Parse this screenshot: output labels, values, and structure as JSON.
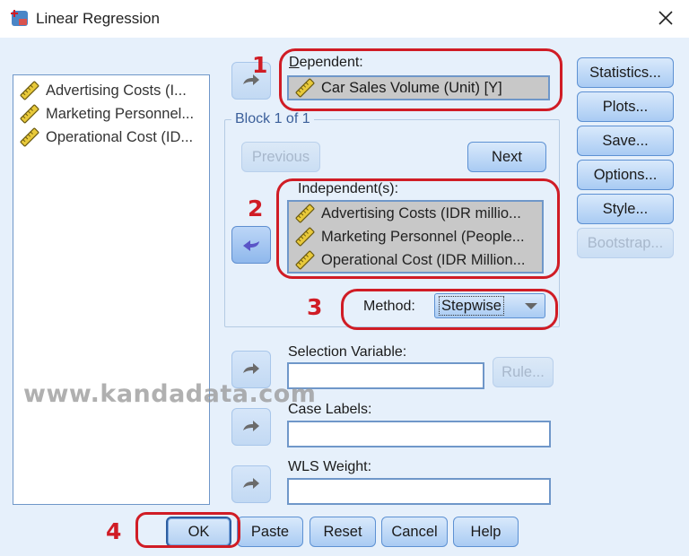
{
  "window": {
    "title": "Linear Regression",
    "icon": "spss-dialog-icon",
    "close_icon": "close-icon"
  },
  "source_variables": [
    {
      "label": "Advertising Costs (I...",
      "icon": "scale-ruler-icon"
    },
    {
      "label": "Marketing Personnel...",
      "icon": "scale-ruler-icon"
    },
    {
      "label": "Operational Cost (ID...",
      "icon": "scale-ruler-icon"
    }
  ],
  "dependent": {
    "label": "Dependent:",
    "value": "Car Sales Volume (Unit) [Y]",
    "icon": "scale-ruler-icon"
  },
  "block": {
    "legend": "Block 1 of 1",
    "previous_label": "Previous",
    "next_label": "Next"
  },
  "independents": {
    "label": "Independent(s):",
    "items": [
      {
        "label": "Advertising Costs (IDR millio...",
        "icon": "scale-ruler-icon"
      },
      {
        "label": "Marketing Personnel (People...",
        "icon": "scale-ruler-icon"
      },
      {
        "label": "Operational Cost (IDR Million...",
        "icon": "scale-ruler-icon"
      }
    ]
  },
  "method": {
    "label": "Method:",
    "selected": "Stepwise"
  },
  "selection_variable": {
    "label": "Selection Variable:",
    "value": "",
    "rule_label": "Rule..."
  },
  "case_labels": {
    "label": "Case Labels:",
    "value": ""
  },
  "wls_weight": {
    "label": "WLS Weight:",
    "value": ""
  },
  "side_buttons": [
    {
      "label": "Statistics...",
      "enabled": true
    },
    {
      "label": "Plots...",
      "enabled": true
    },
    {
      "label": "Save...",
      "enabled": true
    },
    {
      "label": "Options...",
      "enabled": true
    },
    {
      "label": "Style...",
      "enabled": true
    },
    {
      "label": "Bootstrap...",
      "enabled": false
    }
  ],
  "bottom_buttons": {
    "ok": "OK",
    "paste": "Paste",
    "reset": "Reset",
    "cancel": "Cancel",
    "help": "Help"
  },
  "annotations": {
    "n1": "1",
    "n2": "2",
    "n3": "3",
    "n4": "4",
    "color": "#d01c25"
  },
  "watermark": "www.kandadata.com"
}
